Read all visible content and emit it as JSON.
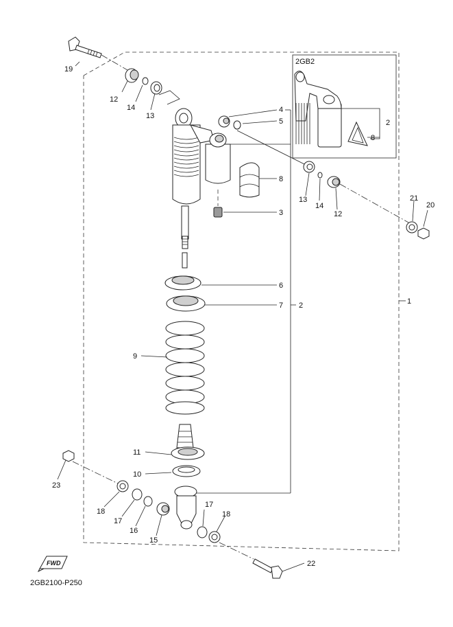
{
  "inset_title": "2GB2",
  "caption": "2GB2100-P250",
  "fwd_label": "FWD",
  "callouts": {
    "c1": "1",
    "c2a": "2",
    "c2b": "2",
    "c3": "3",
    "c4": "4",
    "c5": "5",
    "c6": "6",
    "c7": "7",
    "c8a": "8",
    "c8b": "8",
    "c9": "9",
    "c10": "10",
    "c11": "11",
    "c12a": "12",
    "c12b": "12",
    "c13a": "13",
    "c13b": "13",
    "c14a": "14",
    "c14b": "14",
    "c15": "15",
    "c16": "16",
    "c17a": "17",
    "c17b": "17",
    "c18a": "18",
    "c18b": "18",
    "c19": "19",
    "c20": "20",
    "c21": "21",
    "c22": "22",
    "c23": "23"
  },
  "colors": {
    "line": "#222222",
    "shade": "#cfcfcf",
    "background": "#ffffff"
  }
}
